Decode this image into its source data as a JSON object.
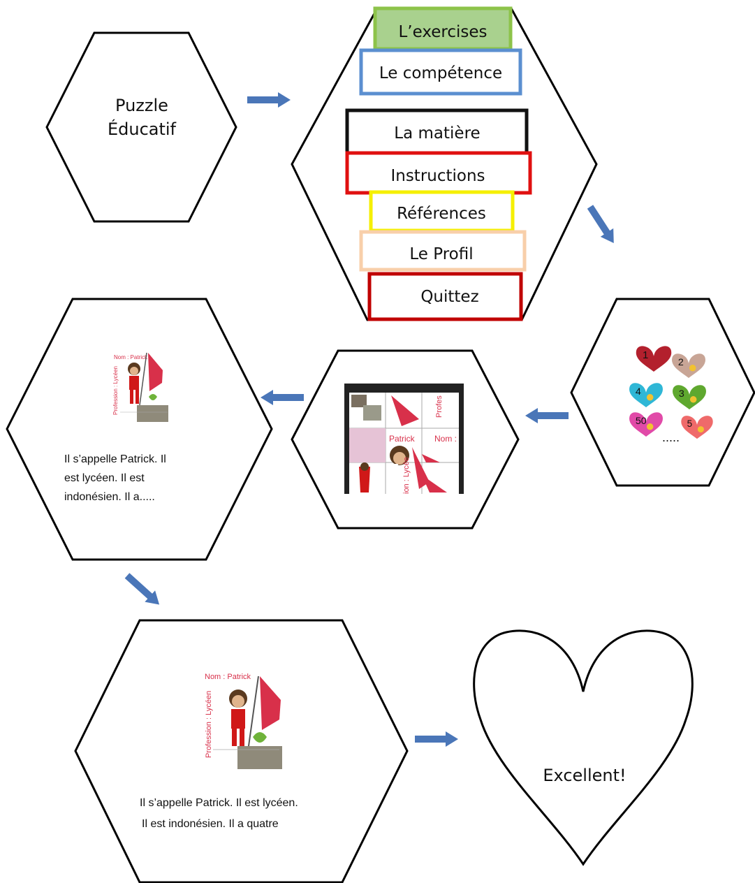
{
  "start": {
    "line1": "Puzzle",
    "line2": "Éducatif"
  },
  "menu": {
    "items": [
      {
        "label": "L’exercises",
        "border": "#8dc34a",
        "fill": "#a9d18e"
      },
      {
        "label": "Le compétence",
        "border": "#5b8fd0",
        "fill": "#ffffff"
      },
      {
        "label": "La matière",
        "border": "#111111",
        "fill": "#ffffff"
      },
      {
        "label": "Instructions",
        "border": "#e01010",
        "fill": "#ffffff"
      },
      {
        "label": "Références",
        "border": "#f5ef00",
        "fill": "#ffffff"
      },
      {
        "label": "Le Profil",
        "border": "#f8cfaa",
        "fill": "#ffffff"
      },
      {
        "label": "Quittez",
        "border": "#c00000",
        "fill": "#ffffff"
      }
    ]
  },
  "levels": {
    "numbers": [
      "1",
      "2",
      "4",
      "3",
      "50",
      "5"
    ],
    "more": "....."
  },
  "puzzle": {
    "name_label": "Patrick",
    "name_prefix": "Nom :",
    "profession_label": "Profession : Lycéen",
    "partial_profession": "Profes",
    "partial_lycee": "ion : Lycée"
  },
  "profile": {
    "name_label": "Nom : Patrick",
    "profession_label": "Profession : Lycéen",
    "text_lines": [
      "Il s’appelle Patrick. Il",
      "est lycéen. Il est",
      "indonésien. Il a....."
    ]
  },
  "profile2": {
    "name_label": "Nom : Patrick",
    "profession_label": "Profession : Lycéen",
    "text_lines": [
      "Il s’appelle Patrick. Il est lycéen.",
      "Il est indonésien. Il a quatre"
    ]
  },
  "result": {
    "label": "Excellent!"
  },
  "colors": {
    "arrow": "#4a76b8",
    "outline": "#000000",
    "heart1": "#b3202d",
    "heart2": "#c8a596",
    "heart3": "#2fb7d6",
    "heart4": "#5fa82f",
    "heart5": "#e14aa8",
    "heart6": "#ef6a6a"
  }
}
